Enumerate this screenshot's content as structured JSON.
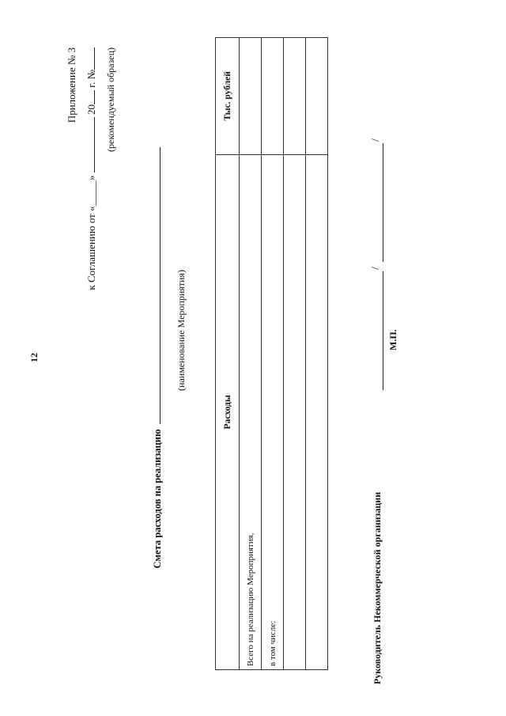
{
  "page_number": "12",
  "appendix": {
    "title": "Приложение № 3",
    "agreement_prefix": "к Соглашению от «",
    "agreement_quote": "_____»",
    "agreement_year": "20",
    "agreement_suffix": "г. №",
    "note": "(рекомендуемый образец)"
  },
  "heading": {
    "title": "Смета расходов на реализацию",
    "caption": "(наименование Мероприятия)"
  },
  "table": {
    "col_expenses": "Расходы",
    "col_amount": "Тыс. рублей",
    "rows": [
      "Всего на реализацию Мероприятия,",
      "в том числе:",
      "",
      ""
    ]
  },
  "signature": {
    "label": "Руководитель Некоммерческой организации",
    "stamp": "М.П."
  }
}
